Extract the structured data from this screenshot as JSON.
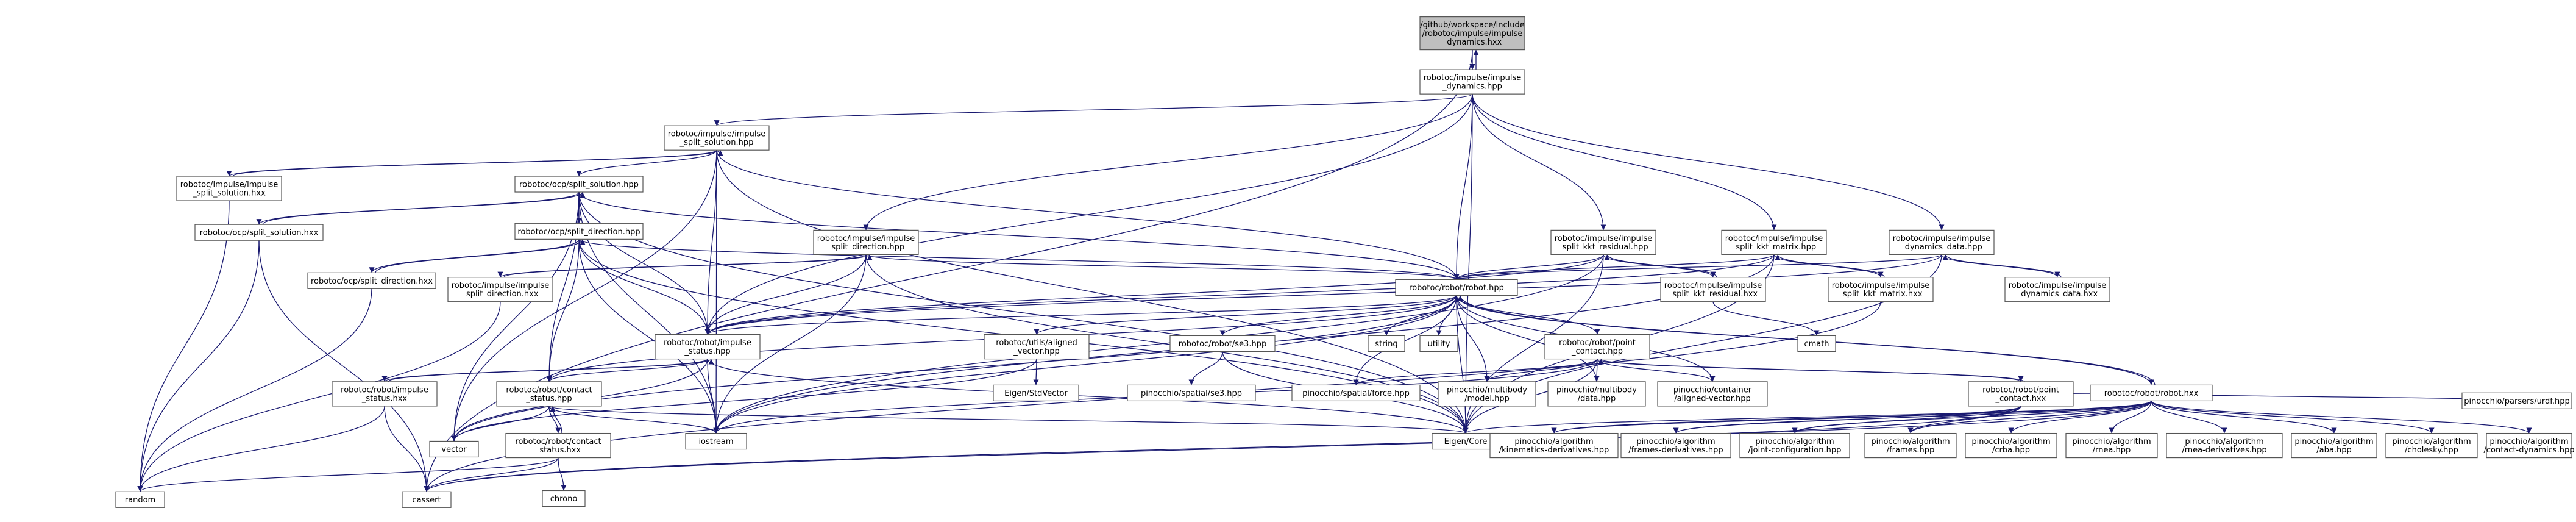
{
  "colors": {
    "edge": "#191970",
    "node_fill": "#ffffff",
    "node_border": "#555555",
    "root_fill": "#bfbfbf",
    "external_border": "#bfbfbf"
  },
  "nodes": [
    {
      "id": "root",
      "lines": [
        "/github/workspace/include",
        "/robotoc/impulse/impulse",
        "_dynamics.hxx"
      ],
      "kind": "root"
    },
    {
      "id": "impulse_dynamics_hpp",
      "lines": [
        "robotoc/impulse/impulse",
        "_dynamics.hpp"
      ]
    },
    {
      "id": "impulse_split_solution_hpp",
      "lines": [
        "robotoc/impulse/impulse",
        "_split_solution.hpp"
      ]
    },
    {
      "id": "impulse_split_solution_hxx",
      "lines": [
        "robotoc/impulse/impulse",
        "_split_solution.hxx"
      ]
    },
    {
      "id": "ocp_split_solution_hpp",
      "lines": [
        "robotoc/ocp/split_solution.hpp"
      ]
    },
    {
      "id": "ocp_split_solution_hxx",
      "lines": [
        "robotoc/ocp/split_solution.hxx"
      ]
    },
    {
      "id": "ocp_split_direction_hpp",
      "lines": [
        "robotoc/ocp/split_direction.hpp"
      ]
    },
    {
      "id": "ocp_split_direction_hxx",
      "lines": [
        "robotoc/ocp/split_direction.hxx"
      ]
    },
    {
      "id": "impulse_split_direction_hpp",
      "lines": [
        "robotoc/impulse/impulse",
        "_split_direction.hpp"
      ]
    },
    {
      "id": "impulse_split_direction_hxx",
      "lines": [
        "robotoc/impulse/impulse",
        "_split_direction.hxx"
      ]
    },
    {
      "id": "impulse_split_kkt_residual_hpp",
      "lines": [
        "robotoc/impulse/impulse",
        "_split_kkt_residual.hpp"
      ]
    },
    {
      "id": "impulse_split_kkt_residual_hxx",
      "lines": [
        "robotoc/impulse/impulse",
        "_split_kkt_residual.hxx"
      ]
    },
    {
      "id": "impulse_split_kkt_matrix_hpp",
      "lines": [
        "robotoc/impulse/impulse",
        "_split_kkt_matrix.hpp"
      ]
    },
    {
      "id": "impulse_split_kkt_matrix_hxx",
      "lines": [
        "robotoc/impulse/impulse",
        "_split_kkt_matrix.hxx"
      ]
    },
    {
      "id": "impulse_dynamics_data_hpp",
      "lines": [
        "robotoc/impulse/impulse",
        "_dynamics_data.hpp"
      ]
    },
    {
      "id": "impulse_dynamics_data_hxx",
      "lines": [
        "robotoc/impulse/impulse",
        "_dynamics_data.hxx"
      ]
    },
    {
      "id": "robot_hpp",
      "lines": [
        "robotoc/robot/robot.hpp"
      ]
    },
    {
      "id": "impulse_status_hpp",
      "lines": [
        "robotoc/robot/impulse",
        "_status.hpp"
      ]
    },
    {
      "id": "impulse_status_hxx",
      "lines": [
        "robotoc/robot/impulse",
        "_status.hxx"
      ]
    },
    {
      "id": "contact_status_hpp",
      "lines": [
        "robotoc/robot/contact",
        "_status.hpp"
      ]
    },
    {
      "id": "contact_status_hxx",
      "lines": [
        "robotoc/robot/contact",
        "_status.hxx"
      ]
    },
    {
      "id": "aligned_vector_hpp",
      "lines": [
        "robotoc/utils/aligned",
        "_vector.hpp"
      ]
    },
    {
      "id": "se3_hpp",
      "lines": [
        "robotoc/robot/se3.hpp"
      ]
    },
    {
      "id": "point_contact_hpp",
      "lines": [
        "robotoc/robot/point",
        "_contact.hpp"
      ]
    },
    {
      "id": "point_contact_hxx",
      "lines": [
        "robotoc/robot/point",
        "_contact.hxx"
      ]
    },
    {
      "id": "robot_hxx",
      "lines": [
        "robotoc/robot/robot.hxx"
      ]
    },
    {
      "id": "string",
      "lines": [
        "string"
      ],
      "kind": "external"
    },
    {
      "id": "utility",
      "lines": [
        "utility"
      ],
      "kind": "external"
    },
    {
      "id": "cmath",
      "lines": [
        "cmath"
      ],
      "kind": "external"
    },
    {
      "id": "eigen_stdvector",
      "lines": [
        "Eigen/StdVector"
      ],
      "kind": "external"
    },
    {
      "id": "pin_se3",
      "lines": [
        "pinocchio/spatial/se3.hpp"
      ],
      "kind": "external"
    },
    {
      "id": "pin_force",
      "lines": [
        "pinocchio/spatial/force.hpp"
      ],
      "kind": "external"
    },
    {
      "id": "pin_model",
      "lines": [
        "pinocchio/multibody",
        "/model.hpp"
      ],
      "kind": "external"
    },
    {
      "id": "pin_data",
      "lines": [
        "pinocchio/multibody",
        "/data.hpp"
      ],
      "kind": "external"
    },
    {
      "id": "pin_aligned_vector",
      "lines": [
        "pinocchio/container",
        "/aligned-vector.hpp"
      ],
      "kind": "external"
    },
    {
      "id": "vector",
      "lines": [
        "vector"
      ],
      "kind": "external"
    },
    {
      "id": "iostream",
      "lines": [
        "iostream"
      ],
      "kind": "external"
    },
    {
      "id": "eigen_core",
      "lines": [
        "Eigen/Core"
      ],
      "kind": "external"
    },
    {
      "id": "chrono",
      "lines": [
        "chrono"
      ],
      "kind": "external"
    },
    {
      "id": "random",
      "lines": [
        "random"
      ],
      "kind": "external"
    },
    {
      "id": "cassert",
      "lines": [
        "cassert"
      ],
      "kind": "external"
    },
    {
      "id": "pin_kin_deriv",
      "lines": [
        "pinocchio/algorithm",
        "/kinematics-derivatives.hpp"
      ],
      "kind": "external"
    },
    {
      "id": "pin_frames_deriv",
      "lines": [
        "pinocchio/algorithm",
        "/frames-derivatives.hpp"
      ],
      "kind": "external"
    },
    {
      "id": "pin_joint_config",
      "lines": [
        "pinocchio/algorithm",
        "/joint-configuration.hpp"
      ],
      "kind": "external"
    },
    {
      "id": "pin_frames",
      "lines": [
        "pinocchio/algorithm",
        "/frames.hpp"
      ],
      "kind": "external"
    },
    {
      "id": "pin_crba",
      "lines": [
        "pinocchio/algorithm",
        "/crba.hpp"
      ],
      "kind": "external"
    },
    {
      "id": "pin_rnea",
      "lines": [
        "pinocchio/algorithm",
        "/rnea.hpp"
      ],
      "kind": "external"
    },
    {
      "id": "pin_rnea_deriv",
      "lines": [
        "pinocchio/algorithm",
        "/rnea-derivatives.hpp"
      ],
      "kind": "external"
    },
    {
      "id": "pin_aba",
      "lines": [
        "pinocchio/algorithm",
        "/aba.hpp"
      ],
      "kind": "external"
    },
    {
      "id": "pin_cholesky",
      "lines": [
        "pinocchio/algorithm",
        "/cholesky.hpp"
      ],
      "kind": "external"
    },
    {
      "id": "pin_contact_dyn",
      "lines": [
        "pinocchio/algorithm",
        "/contact-dynamics.hpp"
      ],
      "kind": "external"
    },
    {
      "id": "pin_urdf",
      "lines": [
        "pinocchio/parsers/urdf.hpp"
      ],
      "kind": "external"
    }
  ],
  "edges": [
    [
      "root",
      "impulse_dynamics_hpp"
    ],
    [
      "root",
      "cassert"
    ],
    [
      "impulse_dynamics_hpp",
      "root"
    ],
    [
      "impulse_dynamics_hpp",
      "impulse_split_solution_hpp"
    ],
    [
      "impulse_dynamics_hpp",
      "impulse_split_direction_hpp"
    ],
    [
      "impulse_dynamics_hpp",
      "impulse_split_kkt_residual_hpp"
    ],
    [
      "impulse_dynamics_hpp",
      "impulse_split_kkt_matrix_hpp"
    ],
    [
      "impulse_dynamics_hpp",
      "impulse_dynamics_data_hpp"
    ],
    [
      "impulse_dynamics_hpp",
      "robot_hpp"
    ],
    [
      "impulse_dynamics_hpp",
      "impulse_status_hpp"
    ],
    [
      "impulse_dynamics_hpp",
      "eigen_core"
    ],
    [
      "impulse_split_solution_hpp",
      "impulse_split_solution_hxx"
    ],
    [
      "impulse_split_solution_hxx",
      "impulse_split_solution_hpp"
    ],
    [
      "impulse_split_solution_hxx",
      "random"
    ],
    [
      "impulse_split_solution_hpp",
      "ocp_split_solution_hpp"
    ],
    [
      "impulse_split_solution_hpp",
      "robot_hpp"
    ],
    [
      "impulse_split_solution_hpp",
      "impulse_status_hpp"
    ],
    [
      "impulse_split_solution_hpp",
      "vector"
    ],
    [
      "impulse_split_solution_hpp",
      "iostream"
    ],
    [
      "impulse_split_solution_hpp",
      "eigen_core"
    ],
    [
      "ocp_split_solution_hpp",
      "ocp_split_solution_hxx"
    ],
    [
      "ocp_split_solution_hxx",
      "ocp_split_solution_hpp"
    ],
    [
      "ocp_split_solution_hxx",
      "random"
    ],
    [
      "ocp_split_solution_hxx",
      "cassert"
    ],
    [
      "ocp_split_solution_hpp",
      "robot_hpp"
    ],
    [
      "ocp_split_solution_hpp",
      "contact_status_hpp"
    ],
    [
      "ocp_split_solution_hpp",
      "impulse_status_hpp"
    ],
    [
      "ocp_split_solution_hpp",
      "ocp_split_direction_hpp"
    ],
    [
      "ocp_split_solution_hpp",
      "iostream"
    ],
    [
      "ocp_split_solution_hpp",
      "eigen_core"
    ],
    [
      "ocp_split_solution_hpp",
      "vector"
    ],
    [
      "ocp_split_direction_hpp",
      "ocp_split_direction_hxx"
    ],
    [
      "ocp_split_direction_hxx",
      "ocp_split_direction_hpp"
    ],
    [
      "ocp_split_direction_hxx",
      "random"
    ],
    [
      "ocp_split_direction_hpp",
      "robot_hpp"
    ],
    [
      "ocp_split_direction_hpp",
      "contact_status_hpp"
    ],
    [
      "ocp_split_direction_hpp",
      "impulse_status_hpp"
    ],
    [
      "ocp_split_direction_hpp",
      "iostream"
    ],
    [
      "ocp_split_direction_hpp",
      "eigen_core"
    ],
    [
      "impulse_split_direction_hpp",
      "impulse_split_direction_hxx"
    ],
    [
      "impulse_split_direction_hxx",
      "impulse_split_direction_hpp"
    ],
    [
      "impulse_split_direction_hxx",
      "random"
    ],
    [
      "impulse_split_direction_hpp",
      "robot_hpp"
    ],
    [
      "impulse_split_direction_hpp",
      "impulse_status_hpp"
    ],
    [
      "impulse_split_direction_hpp",
      "iostream"
    ],
    [
      "impulse_split_direction_hpp",
      "eigen_core"
    ],
    [
      "impulse_split_kkt_residual_hpp",
      "impulse_split_kkt_residual_hxx"
    ],
    [
      "impulse_split_kkt_residual_hxx",
      "impulse_split_kkt_residual_hpp"
    ],
    [
      "impulse_split_kkt_residual_hxx",
      "cmath"
    ],
    [
      "impulse_split_kkt_residual_hpp",
      "robot_hpp"
    ],
    [
      "impulse_split_kkt_residual_hpp",
      "impulse_status_hpp"
    ],
    [
      "impulse_split_kkt_residual_hpp",
      "iostream"
    ],
    [
      "impulse_split_kkt_residual_hpp",
      "eigen_core"
    ],
    [
      "impulse_split_kkt_matrix_hpp",
      "impulse_split_kkt_matrix_hxx"
    ],
    [
      "impulse_split_kkt_matrix_hxx",
      "impulse_split_kkt_matrix_hpp"
    ],
    [
      "impulse_split_kkt_matrix_hxx",
      "cassert"
    ],
    [
      "impulse_split_kkt_matrix_hpp",
      "robot_hpp"
    ],
    [
      "impulse_split_kkt_matrix_hpp",
      "impulse_status_hpp"
    ],
    [
      "impulse_split_kkt_matrix_hpp",
      "iostream"
    ],
    [
      "impulse_split_kkt_matrix_hpp",
      "eigen_core"
    ],
    [
      "impulse_dynamics_data_hpp",
      "impulse_dynamics_data_hxx"
    ],
    [
      "impulse_dynamics_data_hxx",
      "impulse_dynamics_data_hpp"
    ],
    [
      "impulse_dynamics_data_hpp",
      "robot_hpp"
    ],
    [
      "impulse_dynamics_data_hpp",
      "impulse_status_hpp"
    ],
    [
      "impulse_dynamics_data_hpp",
      "eigen_core"
    ],
    [
      "robot_hpp",
      "string"
    ],
    [
      "robot_hpp",
      "utility"
    ],
    [
      "robot_hpp",
      "aligned_vector_hpp"
    ],
    [
      "robot_hpp",
      "se3_hpp"
    ],
    [
      "robot_hpp",
      "point_contact_hpp"
    ],
    [
      "robot_hpp",
      "contact_status_hpp"
    ],
    [
      "robot_hpp",
      "impulse_status_hpp"
    ],
    [
      "robot_hpp",
      "robot_hxx"
    ],
    [
      "robot_hpp",
      "pin_force"
    ],
    [
      "robot_hpp",
      "pin_model"
    ],
    [
      "robot_hpp",
      "pin_data"
    ],
    [
      "robot_hpp",
      "pin_aligned_vector"
    ],
    [
      "robot_hpp",
      "vector"
    ],
    [
      "robot_hpp",
      "iostream"
    ],
    [
      "robot_hpp",
      "eigen_core"
    ],
    [
      "robot_hxx",
      "robot_hpp"
    ],
    [
      "impulse_status_hpp",
      "impulse_status_hxx"
    ],
    [
      "impulse_status_hxx",
      "impulse_status_hpp"
    ],
    [
      "impulse_status_hxx",
      "random"
    ],
    [
      "impulse_status_hxx",
      "cassert"
    ],
    [
      "impulse_status_hpp",
      "contact_status_hpp"
    ],
    [
      "impulse_status_hpp",
      "vector"
    ],
    [
      "impulse_status_hpp",
      "iostream"
    ],
    [
      "impulse_status_hpp",
      "eigen_core"
    ],
    [
      "contact_status_hpp",
      "contact_status_hxx"
    ],
    [
      "contact_status_hxx",
      "contact_status_hpp"
    ],
    [
      "contact_status_hxx",
      "chrono"
    ],
    [
      "contact_status_hxx",
      "random"
    ],
    [
      "contact_status_hxx",
      "cassert"
    ],
    [
      "contact_status_hpp",
      "vector"
    ],
    [
      "contact_status_hpp",
      "iostream"
    ],
    [
      "contact_status_hpp",
      "eigen_core"
    ],
    [
      "aligned_vector_hpp",
      "eigen_stdvector"
    ],
    [
      "aligned_vector_hpp",
      "vector"
    ],
    [
      "se3_hpp",
      "pin_se3"
    ],
    [
      "se3_hpp",
      "eigen_core"
    ],
    [
      "point_contact_hpp",
      "pin_force"
    ],
    [
      "point_contact_hpp",
      "pin_model"
    ],
    [
      "point_contact_hpp",
      "pin_data"
    ],
    [
      "point_contact_hpp",
      "pin_aligned_vector"
    ],
    [
      "point_contact_hpp",
      "point_contact_hxx"
    ],
    [
      "point_contact_hpp",
      "iostream"
    ],
    [
      "point_contact_hpp",
      "eigen_core"
    ],
    [
      "point_contact_hxx",
      "point_contact_hpp"
    ],
    [
      "point_contact_hxx",
      "pin_kin_deriv"
    ],
    [
      "point_contact_hxx",
      "pin_frames_deriv"
    ],
    [
      "point_contact_hxx",
      "pin_joint_config"
    ],
    [
      "point_contact_hxx",
      "pin_frames"
    ],
    [
      "point_contact_hxx",
      "cassert"
    ],
    [
      "robot_hxx",
      "point_contact_hxx"
    ],
    [
      "robot_hxx",
      "pin_kin_deriv"
    ],
    [
      "robot_hxx",
      "pin_frames_deriv"
    ],
    [
      "robot_hxx",
      "pin_joint_config"
    ],
    [
      "robot_hxx",
      "pin_frames"
    ],
    [
      "robot_hxx",
      "pin_crba"
    ],
    [
      "robot_hxx",
      "pin_rnea"
    ],
    [
      "robot_hxx",
      "pin_rnea_deriv"
    ],
    [
      "robot_hxx",
      "pin_aba"
    ],
    [
      "robot_hxx",
      "pin_cholesky"
    ],
    [
      "robot_hxx",
      "pin_contact_dyn"
    ],
    [
      "robot_hxx",
      "pin_urdf"
    ],
    [
      "robot_hxx",
      "cassert"
    ],
    [
      "robot_hxx",
      "eigen_core"
    ]
  ]
}
